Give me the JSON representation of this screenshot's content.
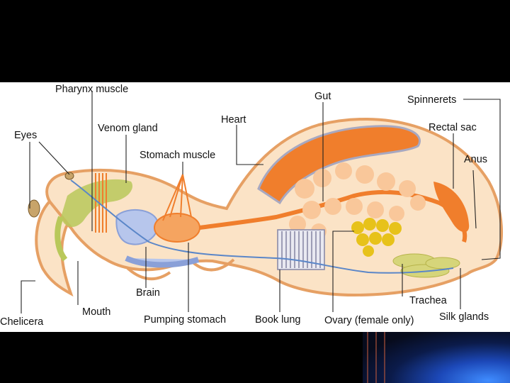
{
  "diagram": {
    "labels": {
      "pharynx_muscle": "Pharynx muscle",
      "eyes": "Eyes",
      "venom_gland": "Venom gland",
      "stomach_muscle": "Stomach muscle",
      "heart": "Heart",
      "gut": "Gut",
      "spinnerets": "Spinnerets",
      "rectal_sac": "Rectal sac",
      "anus": "Anus",
      "brain": "Brain",
      "mouth": "Mouth",
      "chelicera": "Chelicera",
      "pumping_stomach": "Pumping stomach",
      "book_lung": "Book lung",
      "ovary": "Ovary (female only)",
      "trachea": "Trachea",
      "silk_glands": "Silk glands"
    },
    "colors": {
      "background": "#ffffff",
      "body_fill": "#fbe3c6",
      "body_outline": "#e6a064",
      "organ_orange": "#f07e2c",
      "gut_lobes": "#f9c79a",
      "nerve_blue": "#5a86c8",
      "venom_green": "#b9c85a",
      "ovary_yellow": "#e7c21a",
      "brain_blue": "#b7c6ec",
      "heart_grey": "#a8a8c0"
    }
  }
}
